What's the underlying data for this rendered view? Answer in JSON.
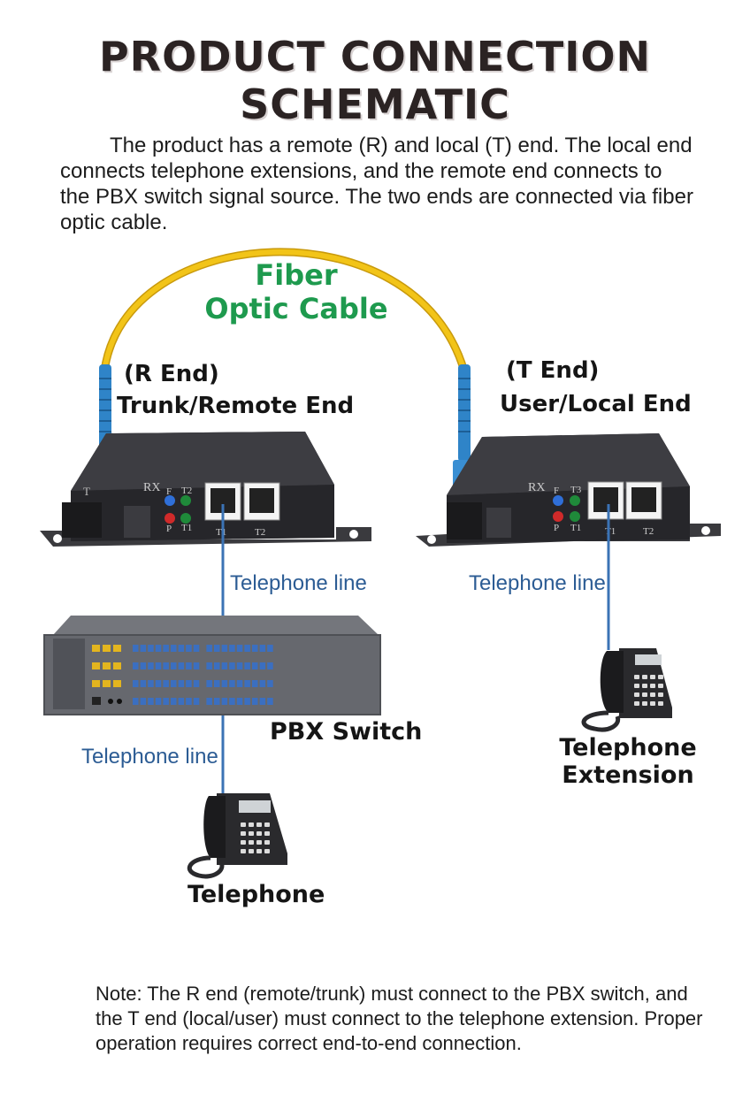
{
  "title": {
    "line1": "PRODUCT CONNECTION",
    "line2": "SCHEMATIC"
  },
  "intro": "The product has a remote (R) and local (T) end. The local end connects telephone extensions, and the remote end connects to the PBX switch signal source. The two ends are connected via fiber optic cable.",
  "fiber_label": {
    "line1": "Fiber",
    "line2": "Optic Cable"
  },
  "remote_end": {
    "line1": "(R End)",
    "line2": "Trunk/Remote End"
  },
  "local_end": {
    "line1": "(T End)",
    "line2": "User/Local End"
  },
  "device_labels": {
    "rx": "RX",
    "t": "T",
    "f": "F",
    "p": "P",
    "t1": "T1",
    "t2": "T2",
    "t3": "T3",
    "port1": "T1",
    "port2": "T2"
  },
  "telephone_line": "Telephone line",
  "pbx_switch": "PBX Switch",
  "telephone": "Telephone",
  "telephone_extension": {
    "line1": "Telephone",
    "line2": "Extension"
  },
  "note": "Note: The R end (remote/trunk) must connect to the PBX switch, and the T end (local/user) must connect to the telephone extension. Proper operation requires correct end-to-end connection.",
  "colors": {
    "fiber_cable": "#f2c418",
    "connector": "#2f84c8",
    "phone_line": "#3b73b5",
    "fiber_text": "#1e9a4e",
    "tel_text": "#2c5c94",
    "device_body": "#2d2d30"
  }
}
